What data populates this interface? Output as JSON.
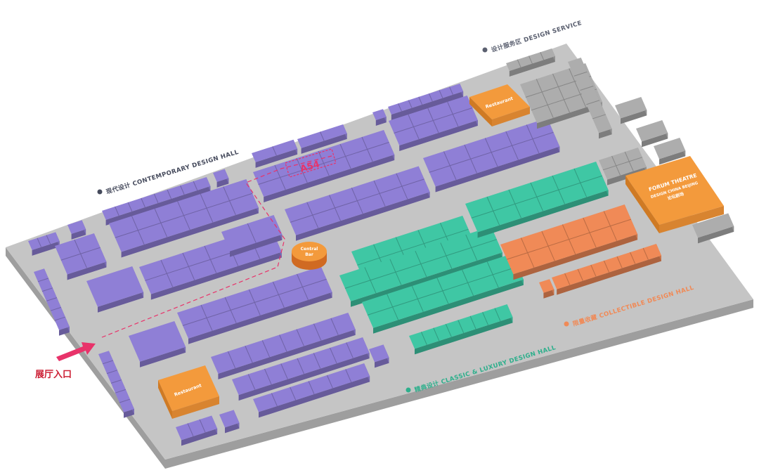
{
  "colors": {
    "contemporary": "#8f7fd6",
    "classic": "#3fc7a4",
    "collectible": "#f08a57",
    "service": "#adadad",
    "facility": "#f39a3c",
    "floor": "#c5c5c5",
    "entrance": "#cc1f34",
    "highlight": "#e8336a"
  },
  "legend": {
    "design_service": "设计服务区 DESIGN SERVICE",
    "contemporary": "现代设计 CONTEMPORARY DESIGN HALL",
    "classic": "精典设计 CLASSIC & LUXURY DESIGN HALL",
    "collectible": "限量收藏 COLLECTIBLE DESIGN HALL"
  },
  "facilities": {
    "restaurant_top": "Restaurant",
    "restaurant_bottom": "Restaurant",
    "central_bar_1": "Central",
    "central_bar_2": "Bar",
    "forum_1": "FORUM THEATRE",
    "forum_2": "DESIGN CHINA BEIJING",
    "forum_3": "论坛剧场"
  },
  "highlight_booth": "A54",
  "entrance": {
    "label": "展厅入口",
    "icon": "arrow-right-icon"
  }
}
